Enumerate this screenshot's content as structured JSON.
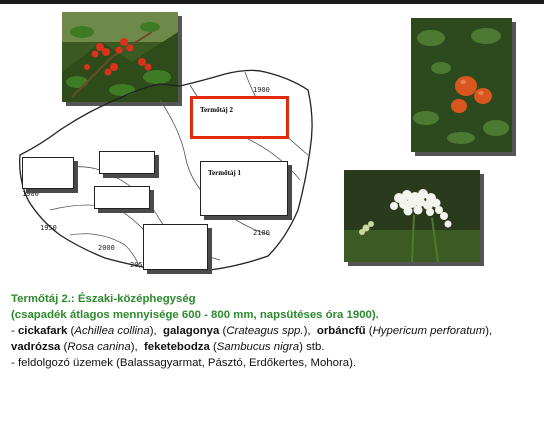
{
  "map": {
    "box_termotaj_2": "Termőtáj 2",
    "box_termotaj_1": "Termőtáj 1",
    "isoline_labels": [
      "1900",
      "1900",
      "1950",
      "2000",
      "2050",
      "2100"
    ]
  },
  "text": {
    "title_line1": "Termőtáj 2.: Északi-középhegység",
    "title_line2": "(csapadék átlagos mennyisége 600 - 800 mm, napsütéses óra 1900).",
    "species_prefix": "- ",
    "species": [
      {
        "hu": "cickafark",
        "latin": "Achillea collina"
      },
      {
        "hu": "galagonya",
        "latin": "Crateagus spp."
      },
      {
        "hu": "orbáncfű",
        "latin": "Hypericum perforatum"
      },
      {
        "hu": "vadrózsa",
        "latin": "Rosa canina"
      },
      {
        "hu": "feketebodza",
        "latin": "Sambucus nigra"
      }
    ],
    "species_suffix": "stb.",
    "factories": "- feldolgozó üzemek (Balassagyarmat, Pásztó, Erdőkertes, Mohora)."
  },
  "colors": {
    "accent_green": "#2d8a2d",
    "highlight_red": "#e02a0a"
  }
}
